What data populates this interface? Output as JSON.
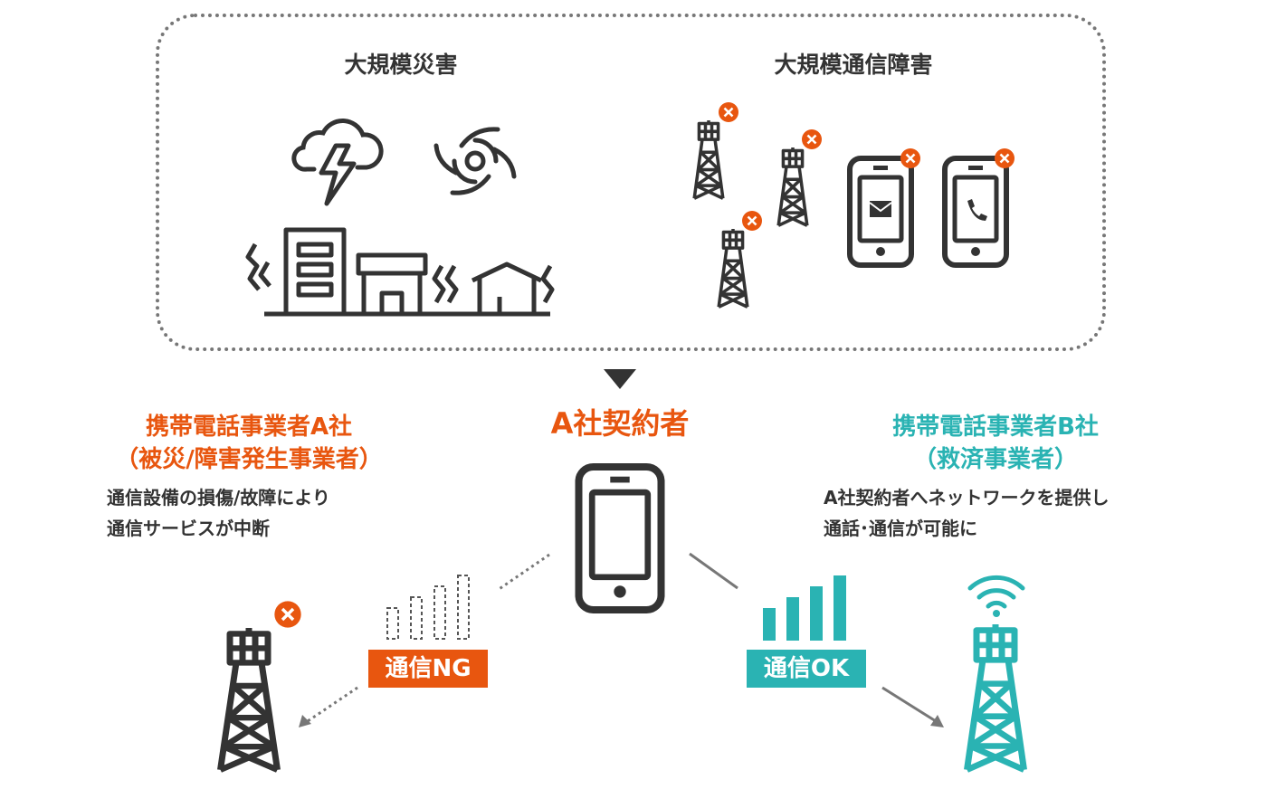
{
  "top": {
    "disaster_title": "大規模災害",
    "outage_title": "大規模通信障害"
  },
  "center": {
    "subscriber_title": "A社契約者"
  },
  "carrier_a": {
    "title_line1": "携帯電話事業者A社",
    "title_line2": "（被災/障害発生事業者）",
    "body_line1": "通信設備の損傷/故障により",
    "body_line2": "通信サービスが中断",
    "status_tag": "通信NG"
  },
  "carrier_b": {
    "title_line1": "携帯電話事業者B社",
    "title_line2": "（救済事業者）",
    "body_line1": "A社契約者へネットワークを提供し",
    "body_line2": "通話･通信が可能に",
    "status_tag": "通信OK"
  },
  "colors": {
    "orange": "#e8560f",
    "teal": "#2ab3b3",
    "dark": "#333333",
    "gray": "#777777"
  }
}
